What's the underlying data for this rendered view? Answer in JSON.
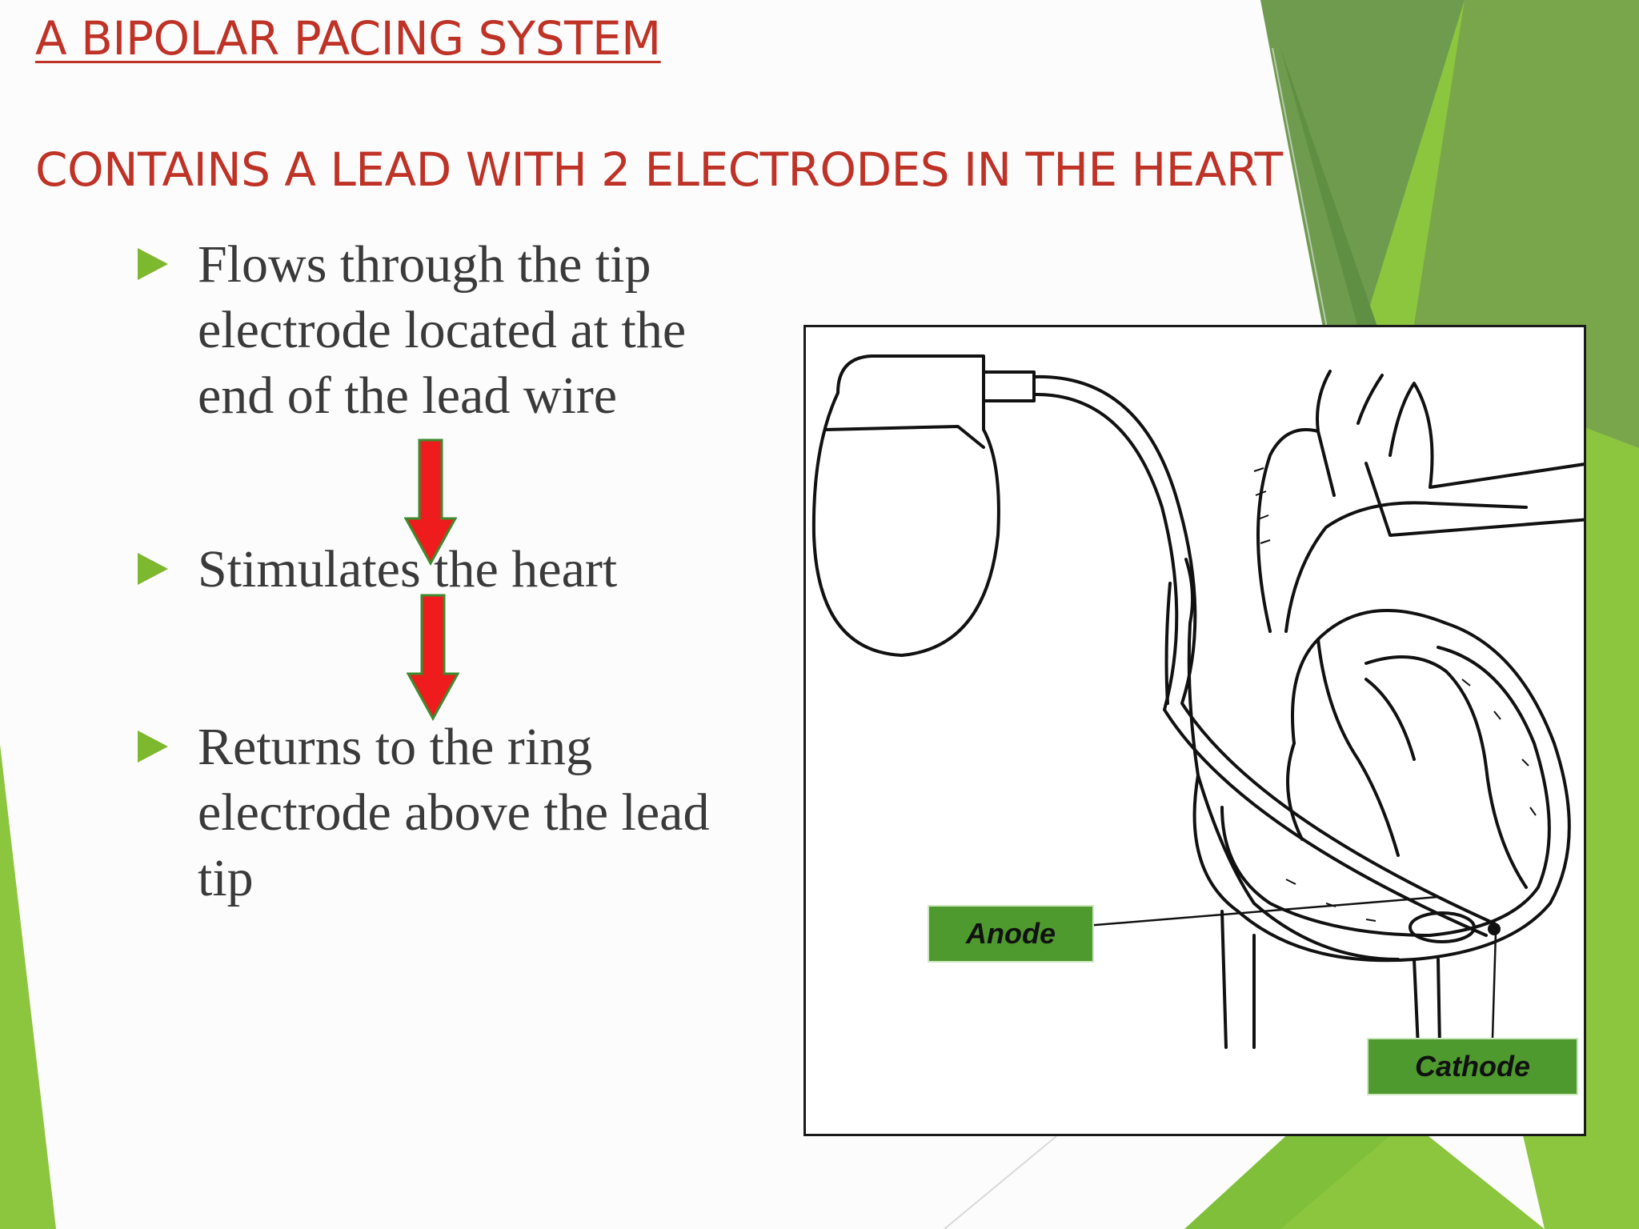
{
  "slide": {
    "title": "A BIPOLAR PACING SYSTEM",
    "subtitle": "CONTAINS A LEAD WITH 2 ELECTRODES IN THE HEART",
    "bullets": [
      "Flows through the tip electrode located at the end of the lead wire",
      "Stimulates the heart",
      "Returns to the ring electrode above the lead tip"
    ],
    "figure": {
      "anode_label": "Anode",
      "cathode_label": "Cathode"
    },
    "colors": {
      "title": "#bf3226",
      "bullet_mark": "#7db82f",
      "arrow_fill": "#ee1c1c",
      "arrow_outline": "#3d8b2e",
      "label_bg": "#4e9a2e"
    }
  }
}
